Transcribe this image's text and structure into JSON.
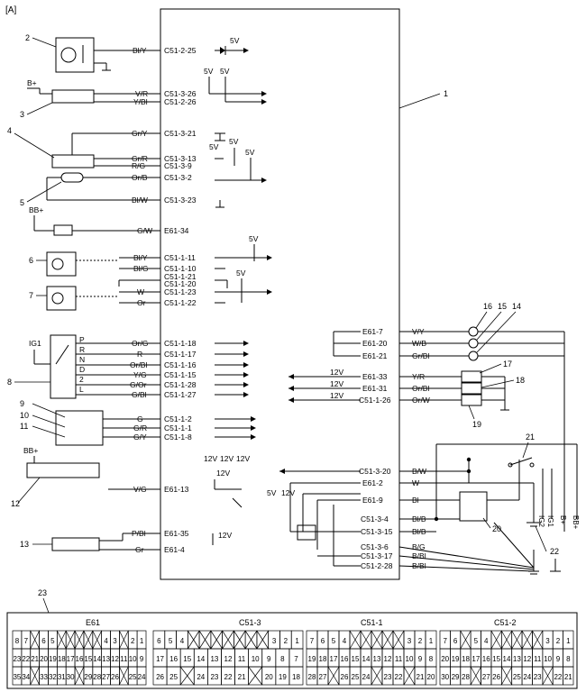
{
  "section_label": "[A]",
  "ecu_ref": "1",
  "voltages": {
    "v5": "5V",
    "v12": "12V",
    "bplus": "B+",
    "bbplus": "BB+",
    "ig1": "IG1"
  },
  "components": {
    "c2": "2",
    "c3": "3",
    "c4": "4",
    "c5": "5",
    "c6": "6",
    "c7": "7",
    "c8": "8",
    "c9": "9",
    "c10": "10",
    "c11": "11",
    "c12": "12",
    "c13": "13",
    "c14": "14",
    "c15": "15",
    "c16": "16",
    "c17": "17",
    "c18": "18",
    "c19": "19",
    "c20": "20",
    "c21": "21",
    "c22": "22",
    "c23": "23"
  },
  "shift_positions": [
    "P",
    "R",
    "N",
    "D",
    "2",
    "L"
  ],
  "left_wires": [
    {
      "color": "Bl/Y",
      "pin": "C51-2-25"
    },
    {
      "color": "V/R",
      "pin": "C51-3-26"
    },
    {
      "color": "Y/Bl",
      "pin": "C51-2-26"
    },
    {
      "color": "Gr/Y",
      "pin": "C51-3-21"
    },
    {
      "color": "Gr/R",
      "pin": "C51-3-13"
    },
    {
      "color": "R/G",
      "pin": "C51-3-9"
    },
    {
      "color": "Or/B",
      "pin": "C51-3-2"
    },
    {
      "color": "Bl/W",
      "pin": "C51-3-23"
    },
    {
      "color": "G/W",
      "pin": "E61-34"
    },
    {
      "color": "Bl/Y",
      "pin": "C51-1-11"
    },
    {
      "color": "Bl/G",
      "pin": "C51-1-10"
    },
    {
      "color": "",
      "pin": "C51-1-21"
    },
    {
      "color": "",
      "pin": "C51-1-20"
    },
    {
      "color": "W",
      "pin": "C51-1-23"
    },
    {
      "color": "Or",
      "pin": "C51-1-22"
    },
    {
      "color": "Or/G",
      "pin": "C51-1-18"
    },
    {
      "color": "R",
      "pin": "C51-1-17"
    },
    {
      "color": "Or/Bl",
      "pin": "C51-1-16"
    },
    {
      "color": "Y/G",
      "pin": "C51-1-15"
    },
    {
      "color": "G/Or",
      "pin": "C51-1-28"
    },
    {
      "color": "G/Bl",
      "pin": "C51-1-27"
    },
    {
      "color": "G",
      "pin": "C51-1-2"
    },
    {
      "color": "G/R",
      "pin": "C51-1-1"
    },
    {
      "color": "G/Y",
      "pin": "C51-1-8"
    },
    {
      "color": "V/G",
      "pin": "E61-13"
    },
    {
      "color": "P/Bl",
      "pin": "E61-35"
    },
    {
      "color": "Gr",
      "pin": "E61-4"
    }
  ],
  "right_wires": [
    {
      "pin": "E61-7",
      "color": "V/Y"
    },
    {
      "pin": "E61-20",
      "color": "W/B"
    },
    {
      "pin": "E61-21",
      "color": "Gr/Bl"
    },
    {
      "pin": "E61-33",
      "color": "Y/R"
    },
    {
      "pin": "E61-31",
      "color": "Or/Bl"
    },
    {
      "pin": "C51-1-26",
      "color": "Or/W"
    },
    {
      "pin": "C51-3-20",
      "color": "B/W"
    },
    {
      "pin": "E61-2",
      "color": "W"
    },
    {
      "pin": "E61-9",
      "color": "Bl"
    },
    {
      "pin": "C51-3-4",
      "color": "Bl/B"
    },
    {
      "pin": "C51-3-15",
      "color": "Bl/B"
    },
    {
      "pin": "C51-3-6",
      "color": "B/G"
    },
    {
      "pin": "C51-3-17",
      "color": "B/Bl"
    },
    {
      "pin": "C51-2-28",
      "color": "B/Bl"
    }
  ],
  "side_labels": {
    "ig2": "IG2",
    "ig1": "IG1",
    "bplus": "B+",
    "bbplus": "BB+"
  },
  "connectors": {
    "headers": [
      "E61",
      "C51-3",
      "C51-1",
      "C51-2"
    ],
    "e61": [
      [
        "8",
        "7",
        "╳",
        "6",
        "5",
        "╳",
        "╳",
        "╳",
        "╳",
        "╳",
        "4",
        "3",
        "╳",
        "2",
        "1"
      ],
      [
        "23",
        "22",
        "21",
        "20",
        "19",
        "18",
        "17",
        "16",
        "15",
        "14",
        "13",
        "12",
        "11",
        "10",
        "9"
      ],
      [
        "35",
        "34",
        "╳",
        "33",
        "32",
        "31",
        "30",
        "╳",
        "29",
        "28",
        "27",
        "26",
        "╳",
        "25",
        "24"
      ]
    ],
    "c51_3": [
      [
        "6",
        "5",
        "4",
        "╳",
        "╳",
        "╳",
        "╳",
        "╳",
        "╳",
        "╳",
        "3",
        "2",
        "1"
      ],
      [
        "17",
        "16",
        "15",
        "14",
        "13",
        "12",
        "11",
        "10",
        "9",
        "8",
        "7"
      ],
      [
        "26",
        "25",
        "╳",
        "24",
        "23",
        "22",
        "21",
        "╳",
        "20",
        "19",
        "18"
      ]
    ],
    "c51_1": [
      [
        "7",
        "6",
        "5",
        "4",
        "╳",
        "╳",
        "╳",
        "╳",
        "╳",
        "3",
        "2",
        "1"
      ],
      [
        "19",
        "18",
        "17",
        "16",
        "15",
        "14",
        "13",
        "12",
        "11",
        "10",
        "9",
        "8"
      ],
      [
        "28",
        "27",
        "╳",
        "26",
        "25",
        "24",
        "╳",
        "23",
        "22",
        "╳",
        "21",
        "20"
      ]
    ],
    "c51_2": [
      [
        "7",
        "6",
        "╳",
        "5",
        "4",
        "╳",
        "╳",
        "╳",
        "╳",
        "╳",
        "3",
        "2",
        "1"
      ],
      [
        "20",
        "19",
        "18",
        "17",
        "16",
        "15",
        "14",
        "13",
        "12",
        "11",
        "10",
        "9",
        "8"
      ],
      [
        "30",
        "29",
        "28",
        "╳",
        "27",
        "26",
        "╳",
        "25",
        "24",
        "23",
        "╳",
        "22",
        "21"
      ]
    ]
  }
}
